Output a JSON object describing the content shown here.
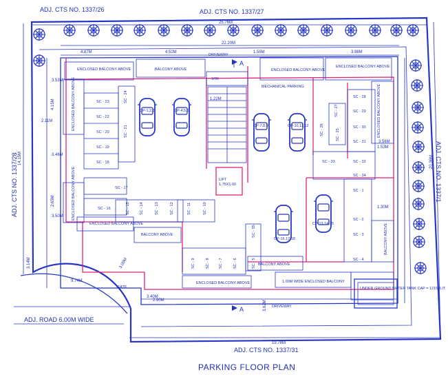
{
  "drawing": {
    "title": "PARKING  FLOOR PLAN",
    "colors": {
      "ink": "#2435c8",
      "accent": "#e0227a",
      "background": "#ffffff"
    },
    "adjacent": {
      "top_left": "ADJ. CTS NO. 1337/26",
      "top": "ADJ. CTS NO. 1337/27",
      "left": "ADJ. CTS NO. 1337/28",
      "right": "ADJ. CTS NO. 1337/1",
      "bottom": "ADJ. CTS NO. 1337/31",
      "road": "ADJ. ROAD 6.00M WIDE"
    },
    "dimensions": {
      "top_width": "25.76M",
      "inner_width": "22.20M",
      "bottom_width": "19.78M",
      "left_height": "14.15M",
      "right_height": "20.36M",
      "curve_radius": "9.74M",
      "left_offset": "3.14M",
      "gate_offset": "3.00M",
      "gate_width": "3.40M",
      "bottom_set": "3.62M",
      "right_set": "3.56M",
      "d1": "4.87M",
      "d2": "4.52M",
      "d3": "1.55M",
      "d4": "3.98M",
      "d5": "3.53M",
      "d6": "3.46M",
      "d7": "3.50M",
      "d8": "1.22M",
      "d9": "2.90M",
      "d10": "2.11M",
      "d11": "4.15M",
      "d12": "2.65M",
      "d13": "1.30M",
      "d14": "1.53M"
    },
    "features": {
      "driveway_top": "DRIVEWAY",
      "driveway_bottom": "DRIVEWAY",
      "section_a_top": "A",
      "section_a_bottom": "A",
      "stair": "STR",
      "lift": "LIFT\n1.75X1.60",
      "gate": "GATE",
      "water_tank": "UNDER GROUND WATER TANK CAP = 12150LIT",
      "mech_parking": "MECHANICAL PARKING"
    },
    "balconies": {
      "b1": "ENCLOSED BALCONY ABOVE",
      "b2": "BALCONY ABOVE",
      "b3": "ENCLOSED BALCONY ABOVE",
      "b4": "ENCLOSED BALCONY ABOVE",
      "b5": "ENCLOSED BALCONY ABOVE",
      "b6": "ENCLOSED BALCONY ABOVE",
      "b7": "BALCONY ABOVE",
      "b8": "ENCLOSED BALCONY ABOVE",
      "b9": "BALCONY ABOVE",
      "b10": "1.00M WIDE ENCLOSED BALCONY",
      "b11": "ENCLOSED BALCONY ABOVE",
      "b12": "BALCONY ABOVE",
      "b13": "ENCLOSED BALCONY ABOVE"
    },
    "car_spaces": [
      "CP-1,2,3",
      "CP-4,5,6",
      "CP-7,8,9",
      "CP-10,11,12",
      "CP-16,17,18",
      "CP-13,14,15"
    ],
    "scooter_left": [
      "SC - 23",
      "SC - 22",
      "SC - 20",
      "SC - 19",
      "SC - 18",
      "SC - 24",
      "SC - 21",
      "SC - 17",
      "SC - 16"
    ],
    "scooter_bottom": [
      "SC - 15",
      "SC - 14",
      "SC - 13",
      "SC - 12",
      "SC - 11",
      "SC - 10",
      "SC - 9",
      "SC - 8",
      "SC - 7",
      "SC - 6",
      "SC - 5",
      "SC - 35"
    ],
    "scooter_right": [
      "SC - 27",
      "SC - 28",
      "SC - 29",
      "SC - 30",
      "SC - 31",
      "SC - 26",
      "SC - 25",
      "SC - 33",
      "SC - 32",
      "SC - 34",
      "SC - 1",
      "SC - 2",
      "SC - 3",
      "SC - 4"
    ]
  }
}
